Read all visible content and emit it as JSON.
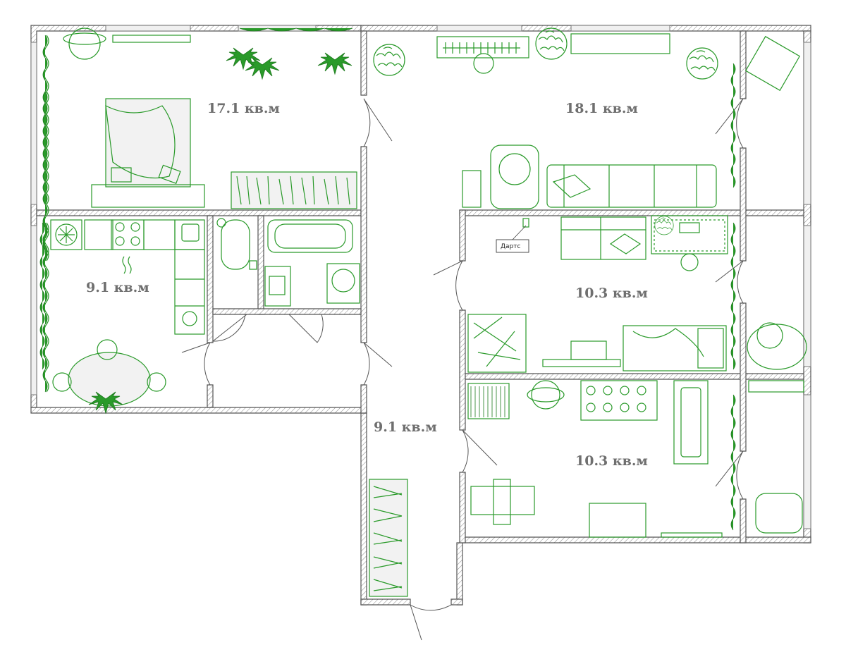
{
  "rooms": [
    {
      "area": "17.1 кв.м"
    },
    {
      "area": "18.1 кв.м"
    },
    {
      "area": "9.1 кв.м"
    },
    {
      "area": "10.3 кв.м"
    },
    {
      "area": "9.1 кв.м"
    },
    {
      "area": "10.3 кв.м"
    }
  ],
  "callouts": {
    "darts": "Дартс"
  },
  "colors": {
    "furniture": "#2a9a2a",
    "walls": "#555555",
    "labels": "#6f6f6f"
  }
}
